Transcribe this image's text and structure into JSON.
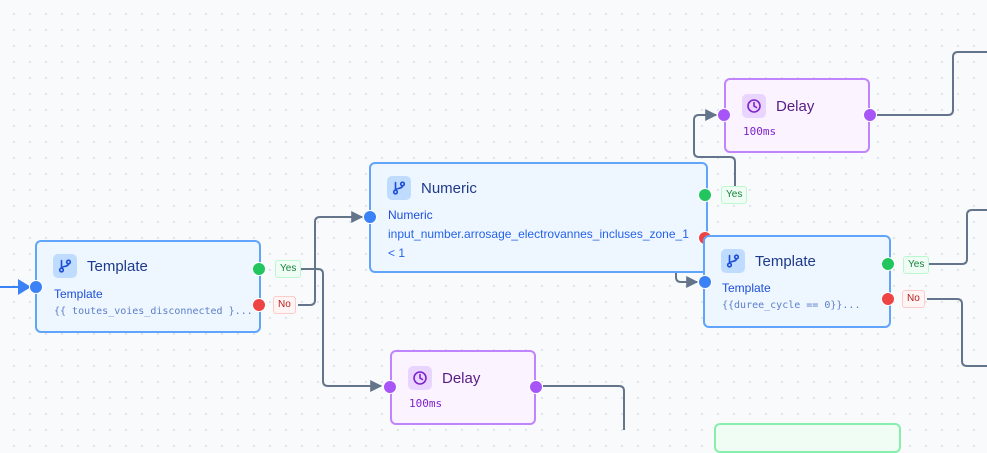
{
  "nodes": {
    "template1": {
      "title": "Template",
      "subtitle": "Template",
      "expression": "{{ toutes_voies_disconnected }..."
    },
    "numeric": {
      "title": "Numeric",
      "subtitle": "Numeric",
      "entity": "input_number.arrosage_electrovannes_incluses_zone_1",
      "condition": "< 1"
    },
    "delay_top": {
      "title": "Delay",
      "duration": "100ms"
    },
    "template2": {
      "title": "Template",
      "subtitle": "Template",
      "expression": "{{duree_cycle == 0}}..."
    },
    "delay_bottom": {
      "title": "Delay",
      "duration": "100ms"
    }
  },
  "branches": {
    "yes": "Yes",
    "no": "No"
  },
  "colors": {
    "condition_border": "#60a5fa",
    "delay_border": "#c084fc",
    "edge": "#64748b",
    "handle_in": "#3b82f6",
    "handle_yes": "#22c55e",
    "handle_no": "#ef4444",
    "handle_delay": "#a855f7"
  },
  "icons": {
    "condition": "branch-icon",
    "delay": "clock-icon"
  }
}
